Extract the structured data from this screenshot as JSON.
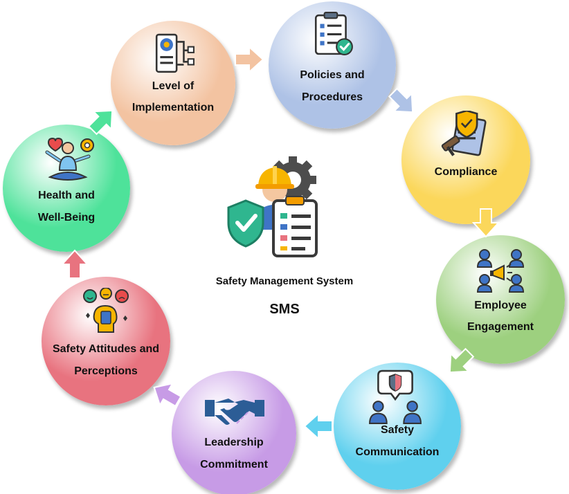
{
  "center": {
    "caption": "Safety Management System",
    "abbreviation": "SMS",
    "icon": "safety-worker-shield-checklist-icon"
  },
  "nodes": [
    {
      "id": "level-of-implementation",
      "lines": [
        "Level of",
        "Implementation"
      ],
      "color": "#f3c3a1",
      "icon": "process-gear-flow-icon"
    },
    {
      "id": "policies-and-procedures",
      "lines": [
        "Policies and",
        "Procedures"
      ],
      "color": "#aec2e6",
      "icon": "clipboard-check-icon"
    },
    {
      "id": "compliance",
      "lines": [
        "Compliance"
      ],
      "color": "#fbd75b",
      "icon": "shield-gavel-document-icon"
    },
    {
      "id": "employee-engagement",
      "lines": [
        "Employee",
        "Engagement"
      ],
      "color": "#9dd07f",
      "icon": "team-megaphone-icon"
    },
    {
      "id": "safety-communication",
      "lines": [
        "Safety",
        "Communication"
      ],
      "color": "#5fd0ee",
      "icon": "people-chat-shield-icon"
    },
    {
      "id": "leadership-commitment",
      "lines": [
        "Leadership",
        "Commitment"
      ],
      "color": "#c79be6",
      "icon": "handshake-icon"
    },
    {
      "id": "safety-attitudes-and-perceptions",
      "lines": [
        "Safety Attitudes and",
        "Perceptions"
      ],
      "color": "#e8737f",
      "icon": "head-emotions-icon"
    },
    {
      "id": "health-and-well-being",
      "lines": [
        "Health and",
        "Well-Being"
      ],
      "color": "#4ee29a",
      "icon": "meditation-heart-gear-icon"
    }
  ],
  "arrow_colors": [
    "#f3c3a1",
    "#aec2e6",
    "#fbd75b",
    "#9dd07f",
    "#5fd0ee",
    "#c79be6",
    "#e8737f",
    "#4ee29a"
  ]
}
